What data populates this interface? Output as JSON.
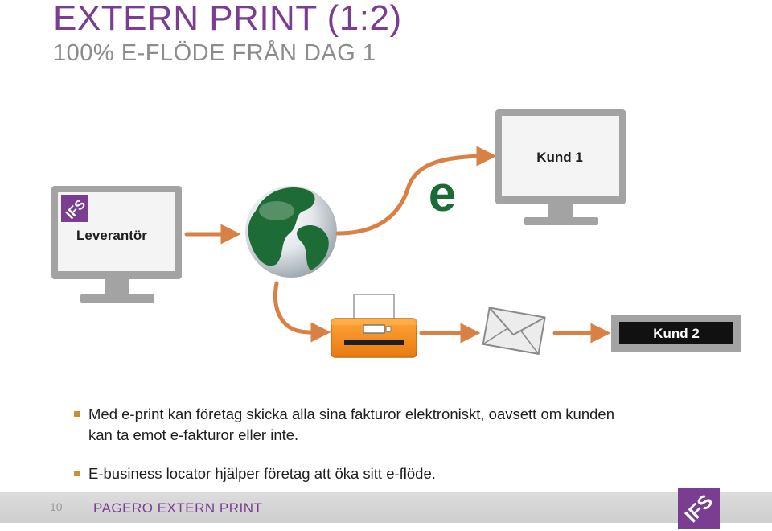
{
  "slide": {
    "title": "EXTERN PRINT (1:2)",
    "subtitle": "100% E-FLÖDE FRÅN DAG 1"
  },
  "diagram": {
    "supplier_label": "Leverantör",
    "supplier_logo_text": "IFS",
    "e_symbol": "e",
    "customer1_label": "Kund 1",
    "customer2_label": "Kund 2",
    "colors": {
      "arrow": "#d98044",
      "monitor_frame": "#a3a3a3",
      "monitor_screen": "#f4f4f4",
      "e_symbol": "#1a6b35",
      "globe_land": "#1d6b35",
      "printer_body": "#f08a1e",
      "brand_purple": "#7a3d91"
    }
  },
  "bullets": [
    "Med e-print kan företag skicka alla sina fakturor elektroniskt, oavsett om kunden kan ta emot e-fakturor eller inte.",
    "E-business locator hjälper företag att öka sitt e-flöde."
  ],
  "footer": {
    "page_number": "10",
    "text": "PAGERO EXTERN PRINT",
    "logo_text": "IFS"
  }
}
